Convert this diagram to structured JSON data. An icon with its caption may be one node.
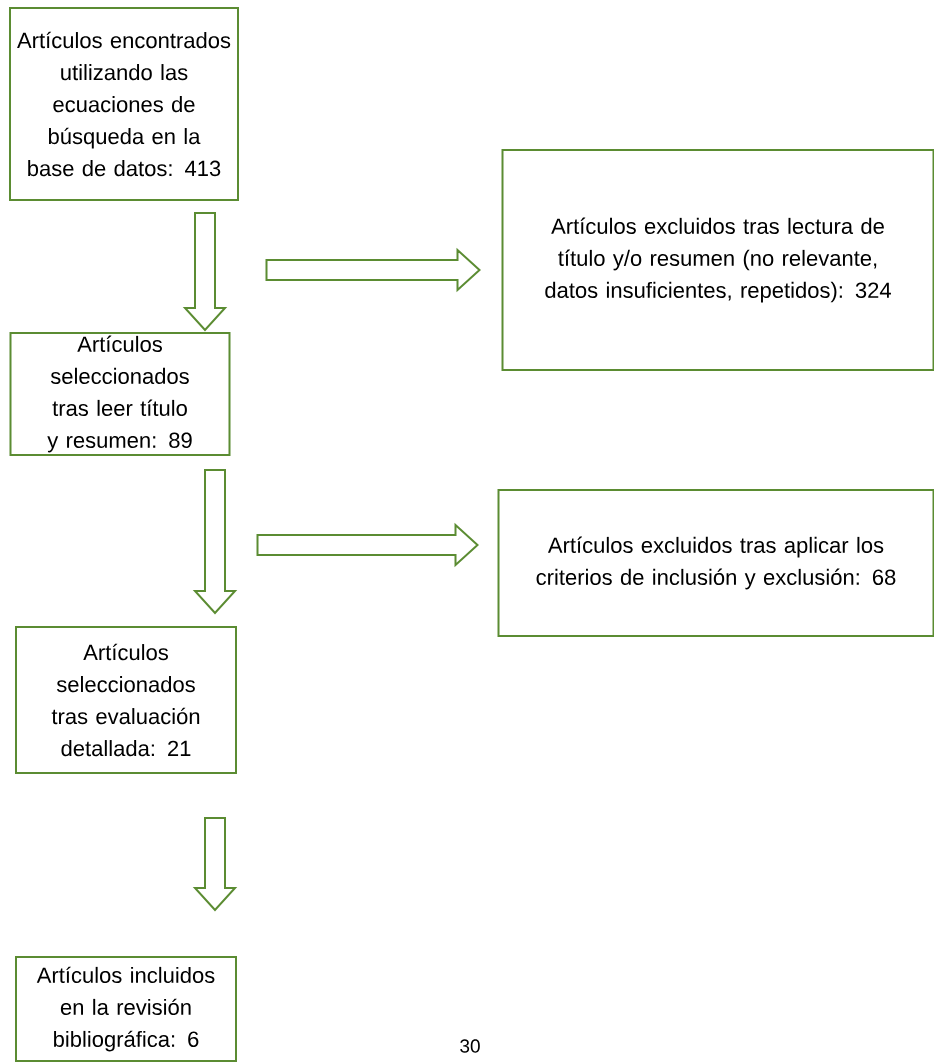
{
  "diagram": {
    "nodes": [
      {
        "text": [
          "Artículos encontrados utilizando las ecuaciones de búsqueda en la base de datos: 413"
        ]
      },
      {
        "text": [
          "Artículos excluidos tras lectura de título y/o resumen (no relevante, datos insuficientes, repetidos): 324"
        ]
      },
      {
        "text": [
          "Artículos seleccionados tras leer título y resumen: 89"
        ]
      },
      {
        "text": [
          "Artículos excluidos tras aplicar los criterios de inclusión y exclusión: 68"
        ]
      },
      {
        "text": [
          "Artículos seleccionados tras evaluación detallada: 21"
        ]
      },
      {
        "text": [
          "Artículos incluidos en la revisión bibliográfica: 6"
        ]
      }
    ],
    "edges": [
      {
        "from": 0,
        "to": 2,
        "arrow": "to"
      },
      {
        "from": null,
        "to": 1,
        "arrow": "to"
      },
      {
        "from": 2,
        "to": 4,
        "arrow": "to"
      },
      {
        "from": null,
        "to": 3,
        "arrow": "to"
      },
      {
        "from": 4,
        "to": 5,
        "arrow": "to"
      }
    ],
    "labels": [
      "30"
    ]
  }
}
